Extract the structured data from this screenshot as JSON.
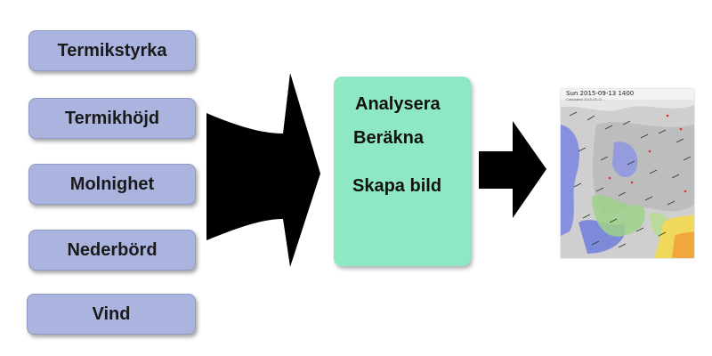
{
  "inputs": [
    "Termikstyrka",
    "Termikhöjd",
    "Molnighet",
    "Nederbörd",
    "Vind"
  ],
  "process": {
    "steps": [
      "Analysera",
      "Beräkna",
      "Skapa bild"
    ]
  },
  "output_map": {
    "header": "Sun  2015-09-13  1400",
    "subheader": "Calculated 2015-09-11 ...",
    "icon": "weather-map-image"
  },
  "colors": {
    "input_fill": "#aab4de",
    "process_fill": "#8de8c3",
    "arrow": "#000000"
  }
}
